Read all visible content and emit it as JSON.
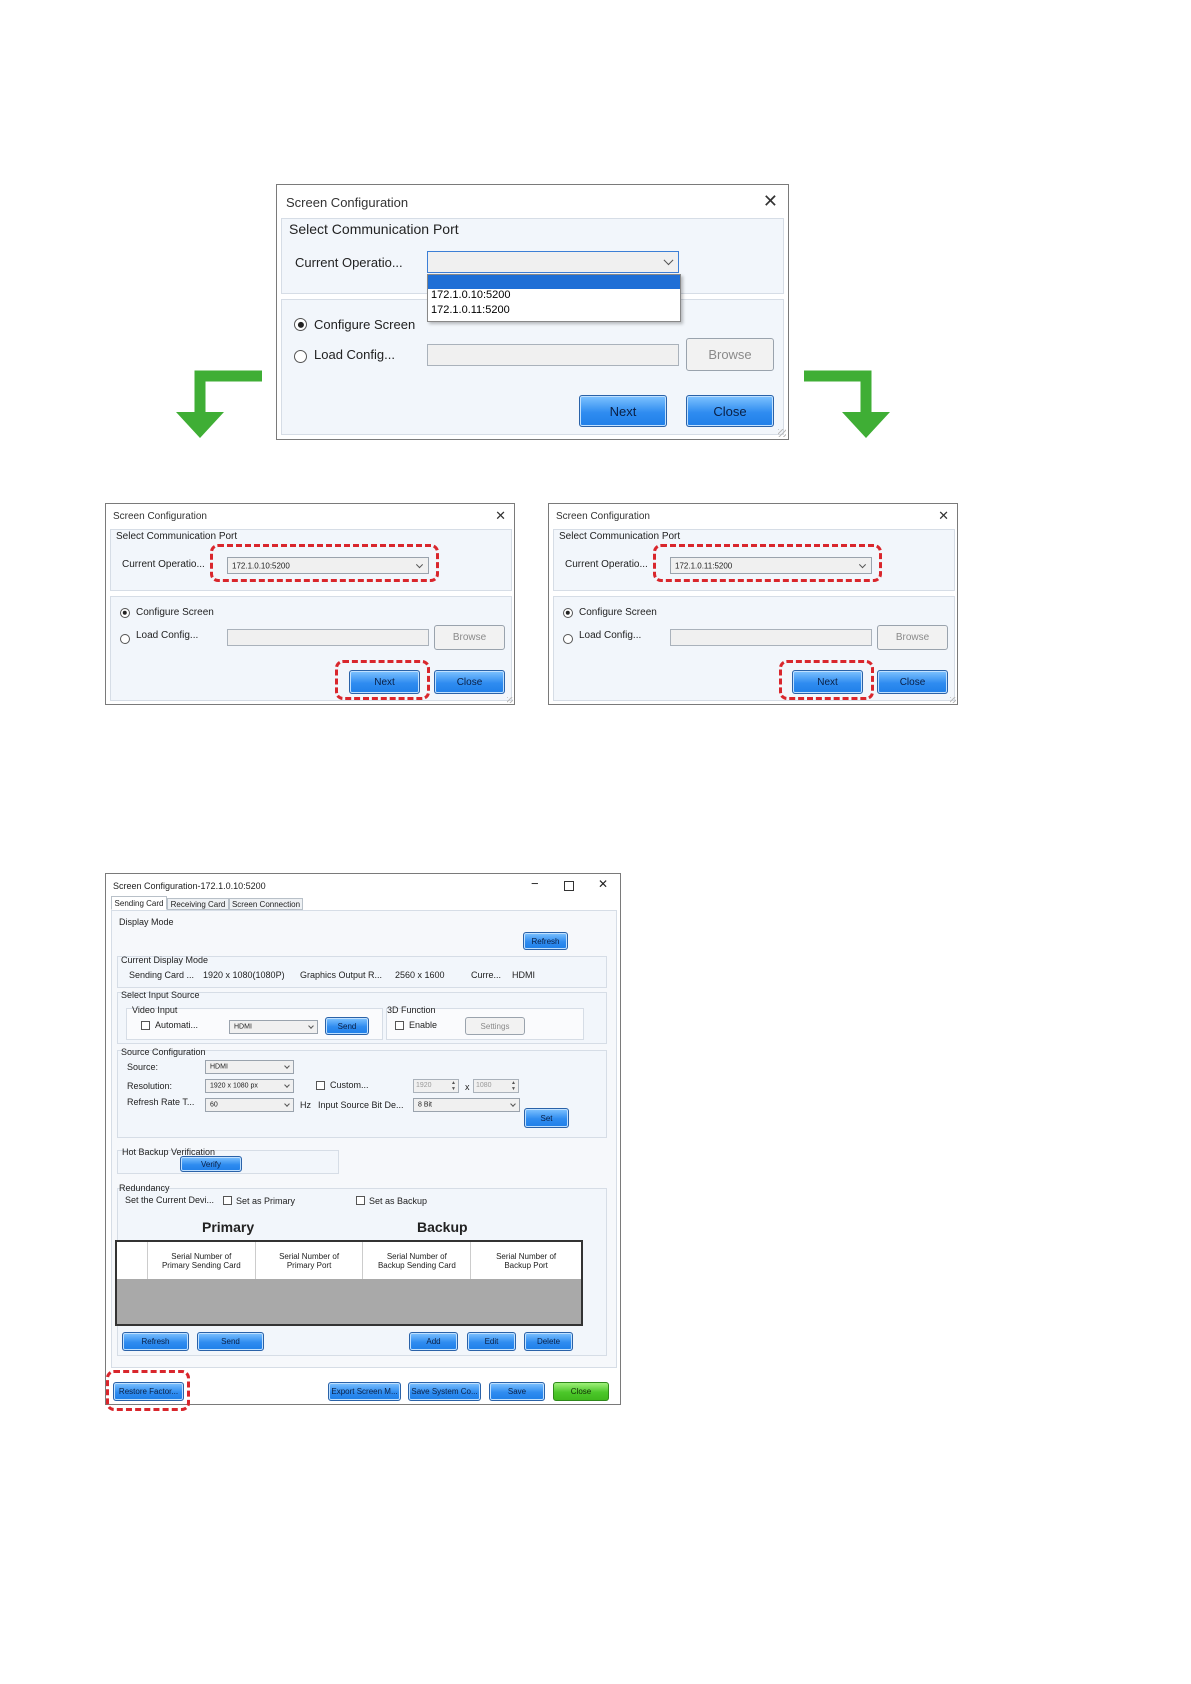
{
  "colors": {
    "arrow": "#3fae35",
    "highlight": "#d9262c",
    "dropdown_selected": "#1f6fd6",
    "button_blue": "#2f8cf0",
    "button_green": "#4cc72a"
  },
  "top_dialog": {
    "title": "Screen Configuration",
    "section_title": "Select Communication Port",
    "current_label": "Current Operatio...",
    "combo_value": "",
    "dropdown_options": [
      "",
      "172.1.0.10:5200",
      "172.1.0.11:5200"
    ],
    "configure_label": "Configure Screen",
    "load_label": "Load Config...",
    "browse": "Browse",
    "next": "Next",
    "close": "Close"
  },
  "left_dialog": {
    "title": "Screen Configuration",
    "section_title": "Select Communication Port",
    "current_label": "Current Operatio...",
    "combo_value": "172.1.0.10:5200",
    "configure_label": "Configure Screen",
    "load_label": "Load Config...",
    "browse": "Browse",
    "next": "Next",
    "close": "Close"
  },
  "right_dialog": {
    "title": "Screen Configuration",
    "section_title": "Select Communication Port",
    "current_label": "Current Operatio...",
    "combo_value": "172.1.0.11:5200",
    "configure_label": "Configure Screen",
    "load_label": "Load Config...",
    "browse": "Browse",
    "next": "Next",
    "close": "Close"
  },
  "config_window": {
    "title": "Screen Configuration-172.1.0.10:5200",
    "tabs": [
      "Sending Card",
      "Receiving Card",
      "Screen Connection"
    ],
    "display_mode": {
      "title": "Display Mode",
      "refresh": "Refresh",
      "current_title": "Current Display Mode",
      "sending_card_label": "Sending Card ...",
      "sending_card_value": "1920 x 1080(1080P)",
      "graphics_label": "Graphics Output R...",
      "graphics_value": "2560 x 1600",
      "curre_label": "Curre...",
      "curre_value": "HDMI"
    },
    "input_source": {
      "title": "Select Input Source",
      "video_input_title": "Video Input",
      "automatic_label": "Automati...",
      "video_combo": "HDMI",
      "send": "Send",
      "function_title": "3D Function",
      "enable_label": "Enable",
      "settings": "Settings"
    },
    "source_config": {
      "title": "Source Configuration",
      "source_label": "Source:",
      "source_value": "HDMI",
      "resolution_label": "Resolution:",
      "resolution_value": "1920 x 1080 px",
      "custom_label": "Custom...",
      "custom_w": "1920",
      "x_label": "x",
      "custom_h": "1080",
      "refresh_label": "Refresh Rate T...",
      "refresh_value": "60",
      "hz_label": "Hz",
      "bit_label": "Input Source Bit De...",
      "bit_value": "8 Bit",
      "set": "Set"
    },
    "hot_backup": {
      "title": "Hot Backup Verification",
      "verify": "Verify"
    },
    "redundancy": {
      "title": "Redundancy",
      "set_current": "Set the Current Devi...",
      "set_primary": "Set as Primary",
      "set_backup": "Set as Backup",
      "primary_heading": "Primary",
      "backup_heading": "Backup",
      "columns": [
        "Serial Number of Primary Sending Card",
        "Serial Number of Primary Port",
        "Serial Number of Backup Sending Card",
        "Serial Number of Backup Port"
      ],
      "buttons": {
        "refresh": "Refresh",
        "send": "Send",
        "add": "Add",
        "edit": "Edit",
        "delete": "Delete"
      }
    },
    "footer": {
      "restore": "Restore Factor...",
      "export": "Export Screen M...",
      "save_system": "Save System Co...",
      "save": "Save",
      "close": "Close"
    }
  }
}
